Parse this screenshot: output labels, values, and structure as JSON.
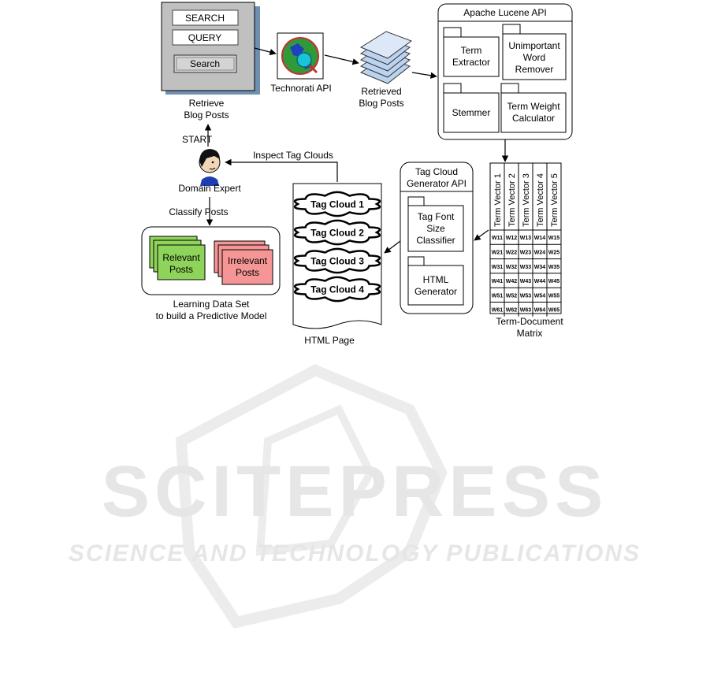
{
  "search_form": {
    "search_field": "SEARCH",
    "query_field": "QUERY",
    "search_button": "Search",
    "caption_line1": "Retrieve",
    "caption_line2": "Blog Posts"
  },
  "technorati": {
    "label": "Technorati API"
  },
  "retrieved": {
    "line1": "Retrieved",
    "line2": "Blog Posts"
  },
  "lucene": {
    "title": "Apache Lucene API",
    "modules": [
      {
        "lines": [
          "Term",
          "Extractor"
        ]
      },
      {
        "lines": [
          "Unimportant",
          "Word",
          "Remover"
        ]
      },
      {
        "lines": [
          "Stemmer"
        ]
      },
      {
        "lines": [
          "Term Weight",
          "Calculator"
        ]
      }
    ]
  },
  "matrix": {
    "headers": [
      "Term Vector 1",
      "Term Vector 2",
      "Term Vector 3",
      "Term Vector 4",
      "Term Vector 5"
    ],
    "rows": [
      [
        "W11",
        "W12",
        "W13",
        "W14",
        "W15"
      ],
      [
        "W21",
        "W22",
        "W23",
        "W24",
        "W25"
      ],
      [
        "W31",
        "W32",
        "W33",
        "W34",
        "W35"
      ],
      [
        "W41",
        "W42",
        "W43",
        "W44",
        "W45"
      ],
      [
        "W51",
        "W52",
        "W53",
        "W54",
        "W55"
      ],
      [
        "W61",
        "W62",
        "W63",
        "W64",
        "W65"
      ]
    ],
    "caption_line1": "Term-Document",
    "caption_line2": "Matrix"
  },
  "tag_generator": {
    "title_line1": "Tag Cloud",
    "title_line2": "Generator API",
    "modules": [
      {
        "lines": [
          "Tag Font",
          "Size",
          "Classifier"
        ]
      },
      {
        "lines": [
          "HTML",
          "Generator"
        ]
      }
    ]
  },
  "html_page": {
    "clouds": [
      "Tag Cloud 1",
      "Tag Cloud 2",
      "Tag Cloud 3",
      "Tag Cloud 4"
    ],
    "caption": "HTML Page"
  },
  "expert": {
    "start_label": "START",
    "name": "Domain Expert",
    "inspect_label": "Inspect Tag Clouds",
    "classify_label": "Classify Posts"
  },
  "learning_set": {
    "relevant_lines": [
      "Relevant",
      "Posts"
    ],
    "irrelevant_lines": [
      "Irrelevant",
      "Posts"
    ],
    "caption_line1": "Learning Data Set",
    "caption_line2": "to build a Predictive Model"
  },
  "watermark": {
    "title": "SCITEPRESS",
    "subtitle": "SCIENCE AND TECHNOLOGY PUBLICATIONS"
  },
  "colors": {
    "relevant_fill": "#8fd45a",
    "irrelevant_fill": "#f59595",
    "panel_grey": "#c0c0c0",
    "globe_green": "#2f9a3a",
    "magnifier_cyan": "#19c4d8",
    "doc_blue": "#bcd3f0",
    "watermark": "#e6e6e6"
  }
}
